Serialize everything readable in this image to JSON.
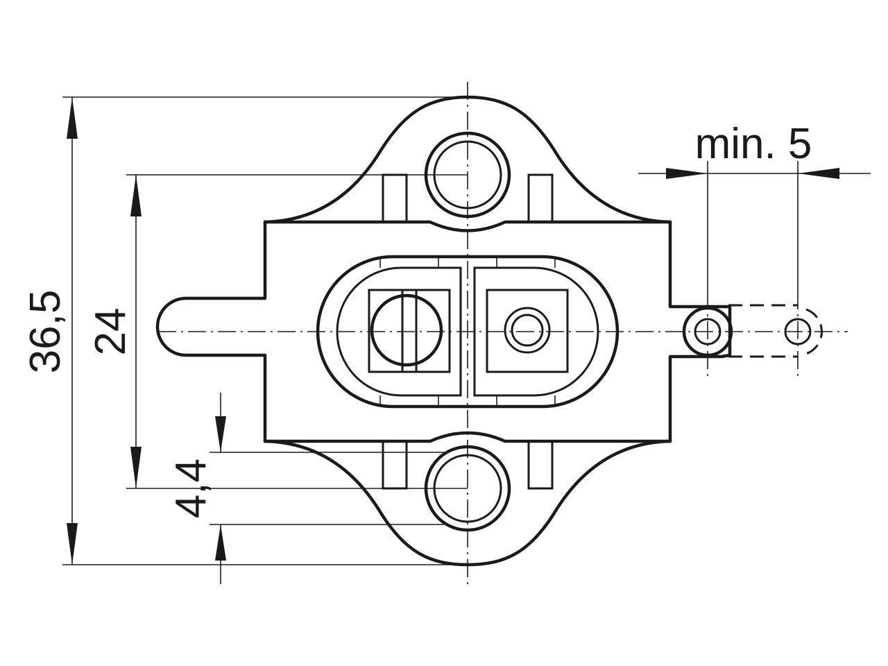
{
  "dimensions": {
    "overall_height": "36,5",
    "hole_spacing": "24",
    "hole_offset": "4,4",
    "min_offset": "min. 5"
  },
  "colors": {
    "line": "#1a1a1a",
    "background": "#ffffff"
  }
}
